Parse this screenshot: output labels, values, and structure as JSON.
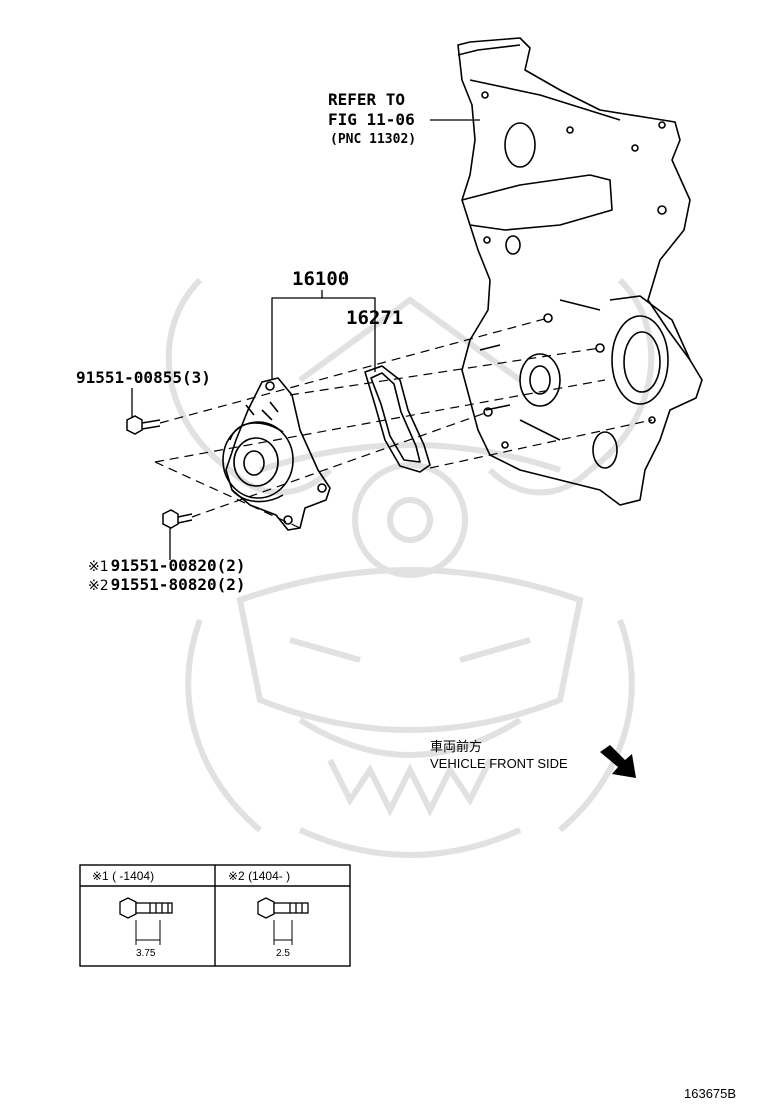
{
  "callouts": {
    "refer_line1": "REFER TO",
    "refer_line2": "FIG 11-06",
    "refer_line3": "(PNC 11302)",
    "assy_16100": "16100",
    "gasket_16271": "16271",
    "bolt_a": "91551-00855(3)",
    "bolt_b_mark": "※1",
    "bolt_b": "91551-00820(2)",
    "bolt_c_mark": "※2",
    "bolt_c": "91551-80820(2)"
  },
  "direction": {
    "jp": "車両前方",
    "en": "VEHICLE FRONT SIDE"
  },
  "table": {
    "col1_header": "※1 (      -1404)",
    "col2_header": "※2 (1404-      )",
    "col1_dim": "3.75",
    "col2_dim": "2.5"
  },
  "figure_id": "163675B",
  "colors": {
    "line": "#000000",
    "watermark": "#dcdcdc"
  },
  "icons": {
    "direction_arrow": "arrow-down-right-icon",
    "bolt": "bolt-icon"
  }
}
